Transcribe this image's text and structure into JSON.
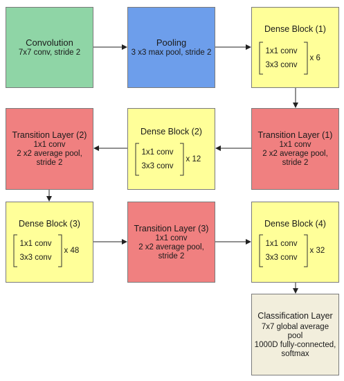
{
  "colors": {
    "convolution": "#8fd5a6",
    "pooling": "#6d9eeb",
    "dense": "#ffff99",
    "transition": "#f08080",
    "classification": "#f2eedc",
    "arrow": "#222222"
  },
  "nodes": {
    "convolution": {
      "title": "Convolution",
      "lines": [
        "7x7 conv, stride 2"
      ]
    },
    "pooling": {
      "title": "Pooling",
      "lines": [
        "3 x3 max pool, stride 2"
      ]
    },
    "dense1": {
      "title": "Dense Block (1)",
      "layer1": "1x1 conv",
      "layer2": "3x3 conv",
      "repeat": "x 6"
    },
    "trans1": {
      "title": "Transition Layer (1)",
      "lines": [
        "1x1 conv",
        "2 x2 average pool,",
        "stride 2"
      ]
    },
    "dense2": {
      "title": "Dense Block (2)",
      "layer1": "1x1 conv",
      "layer2": "3x3 conv",
      "repeat": "x 12"
    },
    "trans2": {
      "title": "Transition Layer (2)",
      "lines": [
        "1x1 conv",
        "2 x2 average pool,",
        "stride 2"
      ]
    },
    "dense3": {
      "title": "Dense Block (3)",
      "layer1": "1x1 conv",
      "layer2": "3x3 conv",
      "repeat": "x 48"
    },
    "trans3": {
      "title": "Transition Layer (3)",
      "lines": [
        "1x1 conv",
        "2 x2 average pool,",
        "stride 2"
      ]
    },
    "dense4": {
      "title": "Dense Block (4)",
      "layer1": "1x1 conv",
      "layer2": "3x3 conv",
      "repeat": "x 32"
    },
    "classification": {
      "title": "Classification Layer",
      "lines": [
        "7x7 global average",
        "pool",
        "1000D fully-connected,",
        "softmax"
      ]
    }
  }
}
